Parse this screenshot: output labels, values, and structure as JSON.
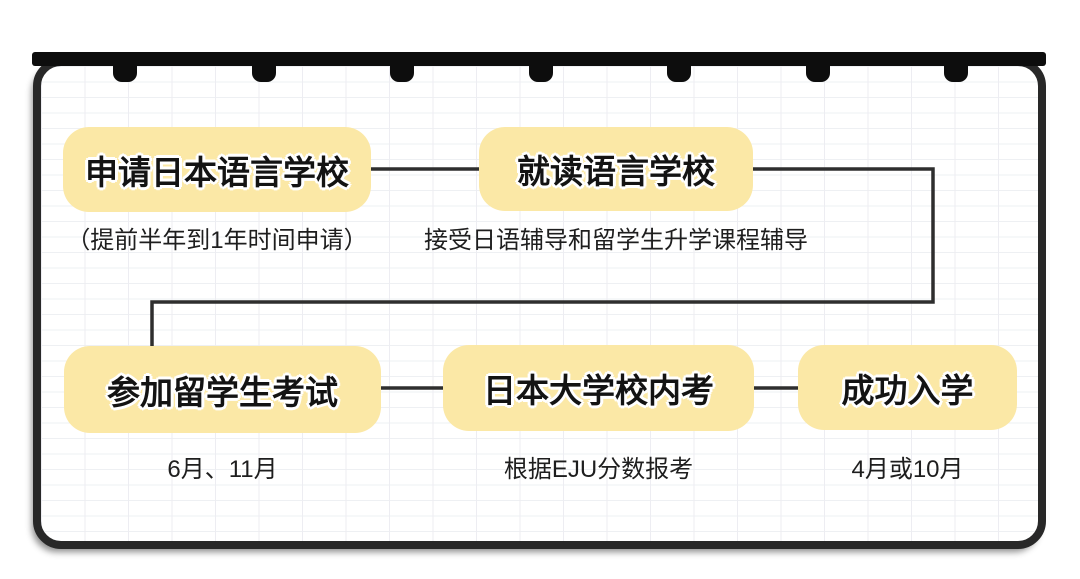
{
  "theme": {
    "background": "#ffffff",
    "binder_color": "#0d0d0d",
    "page_border_color": "#282828",
    "paper_color": "#ffffff",
    "grid_color": "#ededf2",
    "box_fill": "#FBE8A6",
    "line_color": "#2e2e2e",
    "title_text_color": "#131313",
    "note_text_color": "#1e1e1e"
  },
  "flow": {
    "steps": [
      {
        "title": "申请日本语言学校",
        "note": "（提前半年到1年时间申请）"
      },
      {
        "title": "就读语言学校",
        "note": "接受日语辅导和留学生升学课程辅导"
      },
      {
        "title": "参加留学生考试",
        "note": "6月、11月"
      },
      {
        "title": "日本大学校内考",
        "note": "根据EJU分数报考"
      },
      {
        "title": "成功入学",
        "note": "4月或10月"
      }
    ]
  }
}
